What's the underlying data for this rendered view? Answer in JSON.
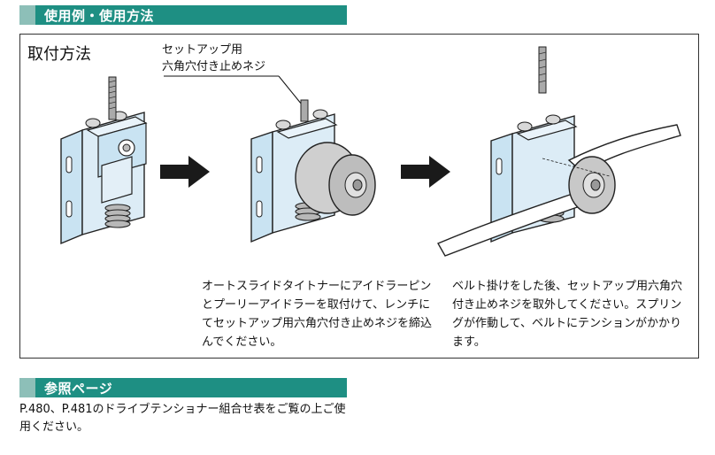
{
  "section_usage": {
    "title": "使用例・使用方法"
  },
  "method": {
    "label": "取付方法",
    "callout_line1": "セットアップ用",
    "callout_line2": "六角穴付き止めネジ"
  },
  "steps": [
    {
      "caption": "オートスライドタイトナーにアイドラーピンとプーリーアイドラーを取付けて、レンチにてセットアップ用六角穴付き止めネジを締込んでください。"
    },
    {
      "caption": "ベルト掛けをした後、セットアップ用六角穴付き止めネジを取外してください。スプリングが作動して、ベルトにテンションがかかります。"
    }
  ],
  "section_reference": {
    "title": "参照ページ",
    "text": "P.480、P.481のドライブテンショナー組合せ表をご覧の上ご使用ください。"
  },
  "colors": {
    "header_bar": "#1e8f83",
    "header_mark": "#8dbfb8",
    "bracket_blue": "#c9e3f2",
    "pulley_gray": "#c8c8c8",
    "arrow": "#1a1a1a"
  },
  "icons": [
    "tensioner-illustration",
    "arrow-right-icon",
    "tensioner-with-pulley-illustration",
    "tensioner-with-belt-illustration"
  ]
}
